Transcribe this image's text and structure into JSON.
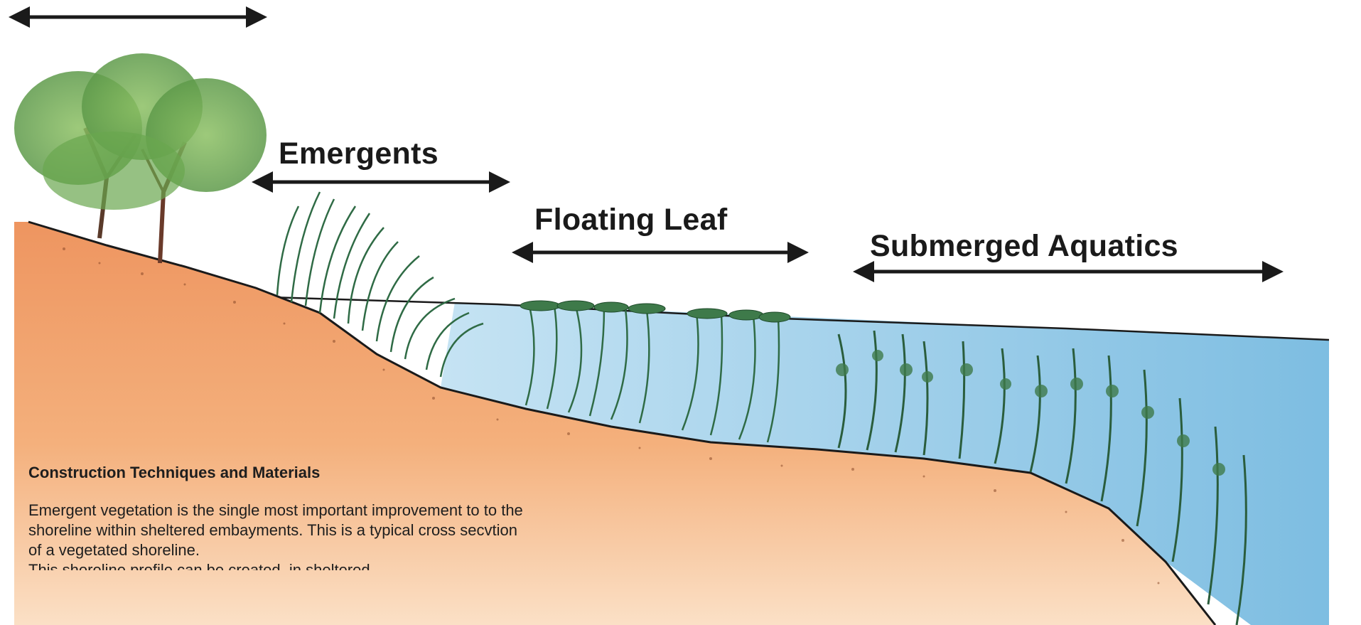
{
  "zones": {
    "emergents": "Emergents",
    "floating_leaf": "Floating Leaf",
    "submerged_aquatics": "Submerged Aquatics"
  },
  "text": {
    "heading": "Construction Techniques and Materials",
    "paragraph": "Emergent vegetation is the single most important improvement to to the shoreline within sheltered embayments.  This is a typical cross secvtion of a vegetated shoreline.",
    "paragraph_cut": "This shoreline profile can be created, in sheltered"
  },
  "colors": {
    "soil": "#f0a06a",
    "soil_light": "#f7c79a",
    "water": "#a9d4ec",
    "water_deep": "#7fbfe0",
    "vegetation": "#3e7a4a",
    "tree_foliage": "#7fb55a",
    "arrow": "#1a1a1a"
  }
}
